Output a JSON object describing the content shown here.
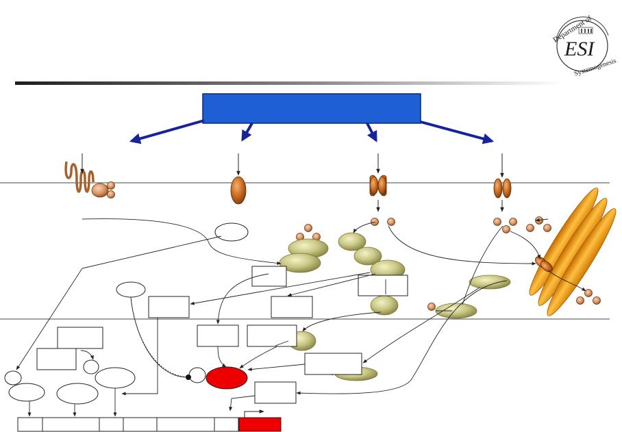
{
  "logo": {
    "top_text": "Department of",
    "center_text": "ESI",
    "bottom_text": "Systemogenesis",
    "icon": "building-icon"
  },
  "colors": {
    "banner": "#1f5fd6",
    "banner_border": "#0a2a6e",
    "arrow_blue": "#16239a",
    "receptor_brown": "#b0622b",
    "molecule_orange": "#e0a070",
    "protein_khaki": "#c9c786",
    "nucleus_target": "#ee0000",
    "fiber_orange": "#f0a020"
  },
  "banner": {
    "label": ""
  }
}
